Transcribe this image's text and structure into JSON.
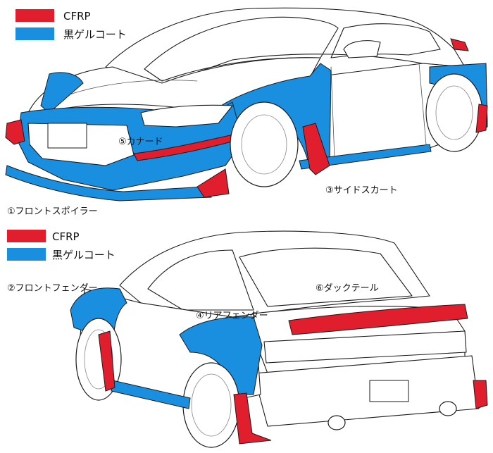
{
  "legend_top": {
    "items": [
      {
        "label": "CFRP",
        "color": "#e01e2e"
      },
      {
        "label": "黒ゲルコート",
        "color": "#1a8fe0"
      }
    ]
  },
  "legend_bottom": {
    "items": [
      {
        "label": "CFRP",
        "color": "#e01e2e"
      },
      {
        "label": "黒ゲルコート",
        "color": "#1a8fe0"
      }
    ]
  },
  "labels": {
    "front_spoiler": "①フロントスポイラー",
    "front_fender": "②フロントフェンダー",
    "side_skirt": "③サイドスカート",
    "rear_fender": "④リアフェンダー",
    "canard": "⑤カナード",
    "duck_tail": "⑥ダックテール"
  },
  "colors": {
    "cfrp": "#e01e2e",
    "gelcoat": "#1a8fe0",
    "outline": "#1a1a1a"
  }
}
